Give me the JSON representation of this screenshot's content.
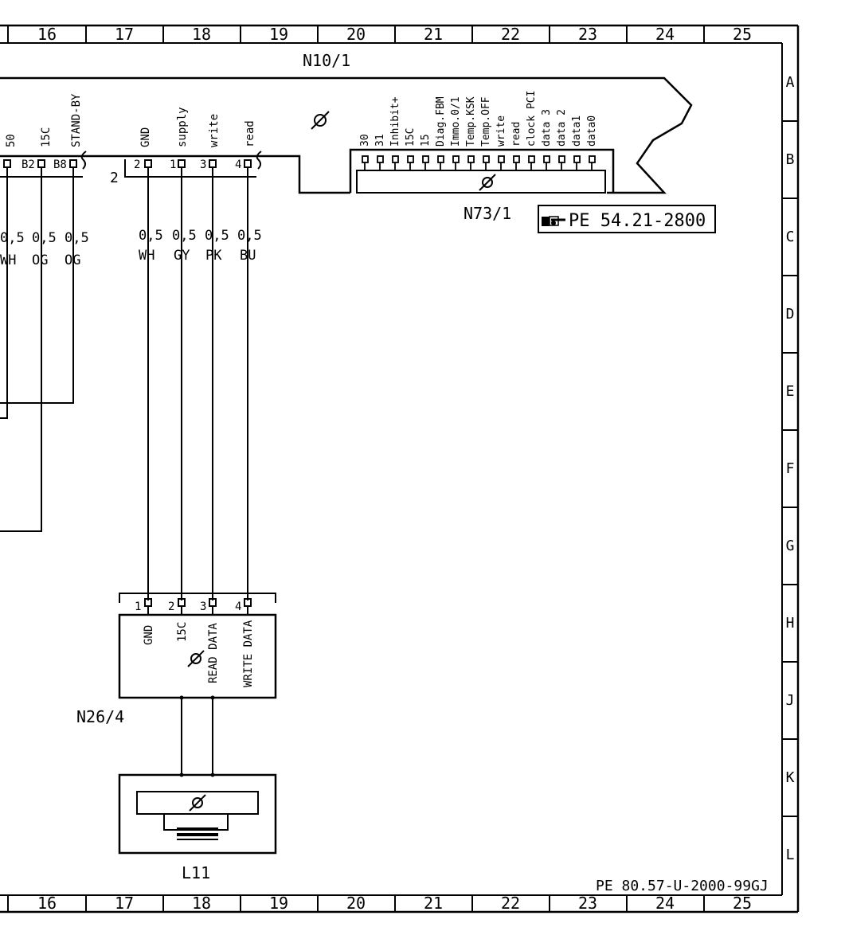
{
  "frame": {
    "columns": [
      "16",
      "17",
      "18",
      "19",
      "20",
      "21",
      "22",
      "23",
      "24",
      "25"
    ],
    "rows": [
      "A",
      "B",
      "C",
      "D",
      "E",
      "F",
      "G",
      "H",
      "J",
      "K",
      "L"
    ]
  },
  "n10_1": {
    "label": "N10/1",
    "left_pin_names": [
      "50",
      "15C",
      "STAND-BY"
    ],
    "left_pin_ids": [
      "B2",
      "B8"
    ],
    "connector_id": "2",
    "right_pin_names": [
      "GND",
      "supply",
      "write",
      "read"
    ],
    "right_pin_numbers": [
      "2",
      "1",
      "3",
      "4"
    ]
  },
  "n73_1": {
    "label": "N73/1",
    "pin_names": [
      "30",
      "31",
      "Inhibit+",
      "15C",
      "15",
      "Diag.FBM",
      "Immo.0/1",
      "Temp.KSK",
      "Temp.OFF",
      "write",
      "read",
      "clock PCI",
      "data 3",
      "data 2",
      "data1",
      "data0"
    ]
  },
  "reference": {
    "text": "PE 54.21-2800"
  },
  "wires": {
    "left": [
      {
        "size": "0,5",
        "color": "WH"
      },
      {
        "size": "0,5",
        "color": "OG"
      },
      {
        "size": "0,5",
        "color": "OG"
      }
    ],
    "right": [
      {
        "size": "0,5",
        "color": "WH"
      },
      {
        "size": "0,5",
        "color": "GY"
      },
      {
        "size": "0,5",
        "color": "PK"
      },
      {
        "size": "0,5",
        "color": "BU"
      }
    ]
  },
  "n26_4": {
    "label": "N26/4",
    "pin_numbers": [
      "1",
      "2",
      "3",
      "4"
    ],
    "pin_names": [
      "GND",
      "15C",
      "READ DATA",
      "WRITE DATA"
    ]
  },
  "l11": {
    "label": "L11"
  },
  "footer": {
    "document_code": "PE 80.57-U-2000-99GJ"
  }
}
